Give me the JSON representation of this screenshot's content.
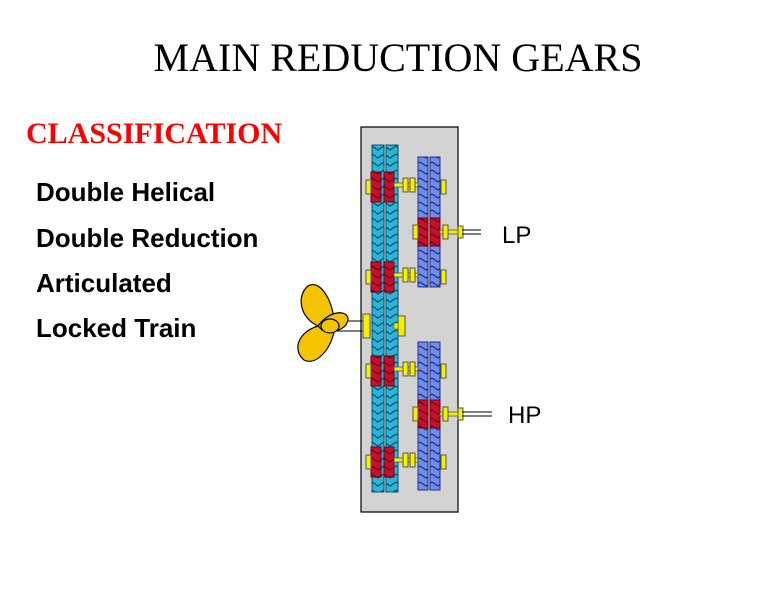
{
  "title": "MAIN REDUCTION GEARS",
  "classification": {
    "heading": "CLASSIFICATION",
    "items": [
      "Double Helical",
      "Double Reduction",
      "Articulated",
      "Locked Train"
    ]
  },
  "diagram": {
    "labels": {
      "lp": "LP",
      "hp": "HP"
    },
    "colors": {
      "casing": "#d3d3d3",
      "bull_gear": "#29b6d9",
      "first_reduction_gear": "#6f8ce8",
      "pinion": "#c8102e",
      "bearing": "#f5f000",
      "propeller": "#f5c400"
    },
    "icons": [
      "propeller-icon"
    ]
  }
}
